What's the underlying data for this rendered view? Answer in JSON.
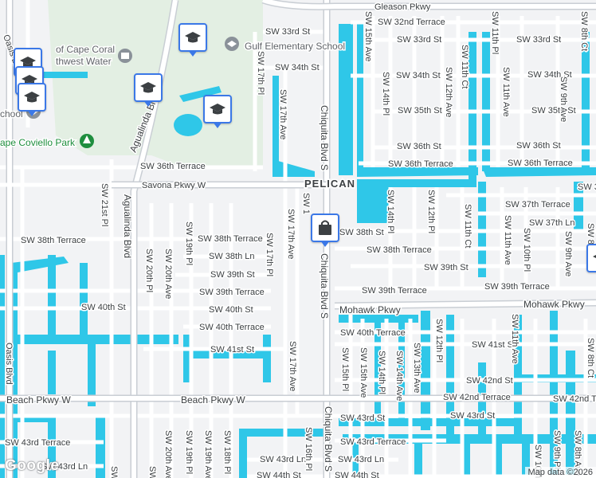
{
  "map": {
    "area_label": "PELICAN",
    "colors": {
      "land": "#f2f3f5",
      "water": "#2fc7e8",
      "road": "#ffffff",
      "major_road": "#c9ced4",
      "park": "#1e8e3e",
      "pin_border": "#3b78e7",
      "pin_dark": "#3c4043"
    },
    "poi_labels": [
      {
        "id": "gulf-elementary",
        "text": "Gulf Elementary School"
      },
      {
        "id": "cape-coral-water",
        "text": "of Cape Coral"
      },
      {
        "id": "cape-coral-water-2",
        "text": "thwest Water"
      },
      {
        "id": "school-left",
        "text": "chool"
      },
      {
        "id": "coviello-park",
        "text": "ape Coviello Park"
      }
    ],
    "streets": {
      "gleason": "Gleason Pkwy",
      "sw32ter": "SW 32nd Terrace",
      "sw33_top": "SW 33rd St",
      "sw33_mid": "SW 33rd St",
      "sw33_right": "SW 33rd St",
      "sw34_left": "SW 34th St",
      "sw34_mid": "SW 34th St",
      "sw34_right": "SW 34th St",
      "sw35_mid": "SW 35th St",
      "sw35_right": "SW 35th St",
      "sw36_mid": "SW 36th St",
      "sw36_right": "SW 36th St",
      "sw36ter_left": "SW 36th Terrace",
      "sw36ter_mid": "SW 36th Terrace",
      "sw36ter_right": "SW 36th Terrace",
      "savona": "Savona Pkwy W",
      "sw37_edge": "SW 3",
      "sw37ter": "SW 37th Terrace",
      "sw37ln": "SW 37th Ln",
      "sw38": "SW 38th St",
      "sw38ter_far": "SW 38th Terrace",
      "sw38ter_mid": "SW 38th Terrace",
      "sw38ter_right": "SW 38th Terrace",
      "sw38ln": "SW 38th Ln",
      "sw39_mid": "SW 39th St",
      "sw39_right": "SW 39th St",
      "sw39ter_mid": "SW 39th Terrace",
      "sw39ter_c": "SW 39th Terrace",
      "sw39ter_r": "SW 39th Terrace",
      "mohawk_c": "Mohawk Pkwy",
      "mohawk_r": "Mohawk Pkwy",
      "sw40_left": "SW 40th St",
      "sw40_mid": "SW 40th St",
      "sw40ter_mid": "SW 40th Terrace",
      "sw40ter_r": "SW 40th Terrace",
      "sw41_mid": "SW 41st St",
      "sw41_right": "SW 41st St",
      "sw42": "SW 42nd St",
      "sw42ter": "SW 42nd Terrace",
      "sw42ter_edge": "SW 42nd Te",
      "beach_l": "Beach Pkwy W",
      "beach_c": "Beach Pkwy W",
      "sw43_mid": "SW 43rd St",
      "sw43_right": "SW 43rd St",
      "sw43ter_l": "SW 43rd Terrace",
      "sw43ter_r": "SW 43rd Terrace",
      "sw43ln_l": "SW 43rd Ln",
      "sw43ln_c": "SW 43rd Ln",
      "sw43ln_r": "SW 43rd Ln",
      "sw44_c": "SW 44th St",
      "sw44_r": "SW 44th St",
      "oasis_top": "Oasis Blvd",
      "oasis_bottom": "Oasis Blvd",
      "agualinda_top": "Agualinda Blvd",
      "agualinda_mid": "Agualinda Blvd",
      "chiquita_top": "Chiquita Blvd S",
      "chiquita_bottom": "Chiquita Blvd S",
      "sw17pl_top": "SW 17th Pl",
      "sw17pl_mid": "SW 17th Pl",
      "sw17ave_top": "SW 17th Ave",
      "sw17ave_mid": "SW 17th Ave",
      "sw17ave_bot": "SW 17th Ave",
      "sw1_cut": "SW 1",
      "sw21pl": "SW 21st Pl",
      "sw20pl": "SW 20th Pl",
      "sw20ave": "SW 20th Ave",
      "sw19pl": "SW 19th Pl",
      "sw20ave_b": "SW 20th Ave",
      "sw19pl_b": "SW 19th Pl",
      "sw19ave_b": "SW 19th Ave",
      "sw18pl_b": "SW 18th Pl",
      "sw16pl_b": "SW 16th Pl",
      "sw15ave_t": "SW 15th Ave",
      "sw14pl_t": "SW 14th Pl",
      "sw12ave_t": "SW 12th Ave",
      "sw11ct_t": "SW 11th Ct",
      "sw11pl_t": "SW 11th Pl",
      "sw8ct_t": "SW 8th Ct",
      "sw11ave_t": "SW 11th Ave",
      "sw9ave_t": "SW 9th Ave",
      "sw14pl_m": "SW 14th Pl",
      "sw12pl_m": "SW 12th Pl",
      "sw11ct_m": "SW 11th Ct",
      "sw11ave_m": "SW 11th Ave",
      "sw10pl_m": "SW 10th Pl",
      "sw9ave_m": "SW 9th Ave",
      "sw15pl_b": "SW 15th Pl",
      "sw15ave_b": "SW 15th Ave",
      "sw14pl_b": "SW 14th Pl",
      "sw14ave_b": "SW 14th Ave",
      "sw13ave_b": "SW 13th Ave",
      "sw12pl_b": "SW 12th Pl",
      "sw11ave_b": "SW 11th Ave",
      "sw8ct_b": "SW 8th Ct",
      "sw10th_b": "SW 10th",
      "sw9pl_b": "SW 9th Pl",
      "sw8ave_b": "SW 8th Ave",
      "sw21_cut": "SW 21",
      "sw20_cut": "SW 20",
      "sw8_cut": "SW 8t"
    },
    "markers": [
      {
        "id": "school-a",
        "icon": "graduation-cap-icon"
      },
      {
        "id": "school-b",
        "icon": "graduation-cap-icon"
      },
      {
        "id": "school-c",
        "icon": "graduation-cap-icon"
      },
      {
        "id": "school-d",
        "icon": "graduation-cap-icon"
      },
      {
        "id": "school-e",
        "icon": "graduation-cap-icon"
      },
      {
        "id": "school-f",
        "icon": "graduation-cap-icon"
      },
      {
        "id": "shopping",
        "icon": "shopping-bag-icon"
      }
    ],
    "google_logo": "Google",
    "attribution": "Map data ©2026"
  }
}
